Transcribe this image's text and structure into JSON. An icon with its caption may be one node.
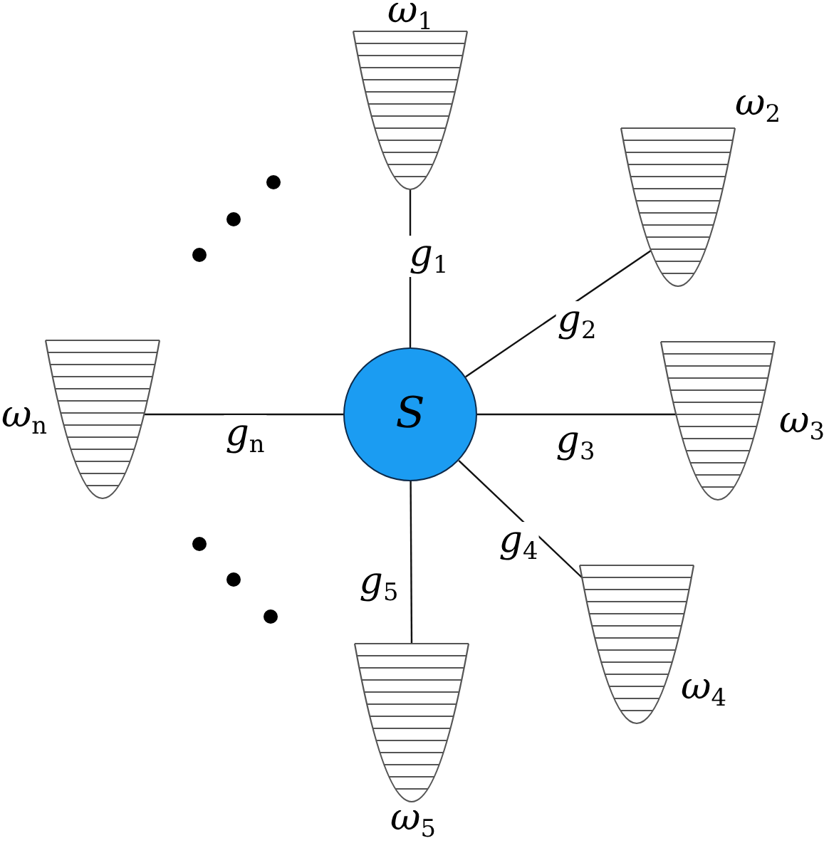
{
  "diagram": {
    "nodes": [
      {
        "text": [
          "S"
        ]
      },
      {
        "text": [
          "ω$_{1}$"
        ]
      },
      {
        "text": [
          "ω$_{2}$"
        ]
      },
      {
        "text": [
          "ω$_{3}$"
        ]
      },
      {
        "text": [
          "ω$_{4}$"
        ]
      },
      {
        "text": [
          "ω$_{5}$"
        ]
      },
      {
        "text": [
          "ω$_{n}$"
        ]
      }
    ],
    "edges": [
      {
        "from": 0,
        "to": 1,
        "arrow": "none",
        "label": "g$_{1}$"
      },
      {
        "from": 0,
        "to": 2,
        "arrow": "none",
        "label": "g$_{2}$"
      },
      {
        "from": 0,
        "to": 3,
        "arrow": "none",
        "label": "g$_{3}$"
      },
      {
        "from": 0,
        "to": 4,
        "arrow": "none",
        "label": "g$_{4}$"
      },
      {
        "from": 0,
        "to": 5,
        "arrow": "none",
        "label": "g$_{5}$"
      },
      {
        "from": 0,
        "to": 6,
        "arrow": "none",
        "label": "g$_{n}$"
      }
    ]
  }
}
